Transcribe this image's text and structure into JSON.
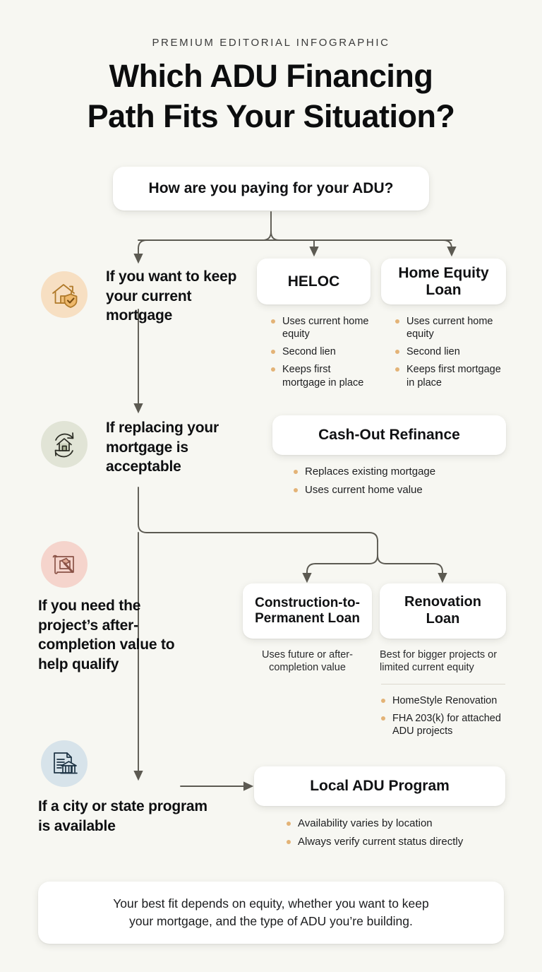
{
  "header": {
    "eyebrow": "PREMIUM EDITORIAL INFOGRAPHIC",
    "title_line1": "Which ADU Financing",
    "title_line2": "Path Fits Your Situation?"
  },
  "root_question": "How are you paying for your ADU?",
  "branches": [
    {
      "id": "keep-mortgage",
      "icon": "house-shield-icon",
      "icon_bg": "#f7dfc2",
      "label": "If you want to keep your current mortgage",
      "options": [
        {
          "title": "HELOC",
          "bullets": [
            "Uses current home equity",
            "Second lien",
            "Keeps first mortgage in place"
          ]
        },
        {
          "title": "Home Equity Loan",
          "bullets": [
            "Uses current home equity",
            "Second lien",
            "Keeps first mortgage in place"
          ]
        }
      ]
    },
    {
      "id": "replace-mortgage",
      "icon": "house-refresh-icon",
      "icon_bg": "#e1e4d6",
      "label": "If replacing your mortgage is acceptable",
      "options": [
        {
          "title": "Cash-Out Refinance",
          "bullets": [
            "Replaces existing mortgage",
            "Uses current home value"
          ]
        }
      ]
    },
    {
      "id": "after-completion-value",
      "icon": "blueprint-hammer-icon",
      "icon_bg": "#f5d4cc",
      "label": "If you need the project’s after-completion value to help qualify",
      "options": [
        {
          "title": "Construction-to-Permanent Loan",
          "note": "Uses future or after-completion value",
          "bullets": []
        },
        {
          "title": "Renovation Loan",
          "note": "Best for bigger projects or limited current equity",
          "bullets": [
            "HomeStyle Renovation",
            "FHA 203(k) for attached ADU projects"
          ]
        }
      ]
    },
    {
      "id": "local-program",
      "icon": "document-bank-icon",
      "icon_bg": "#d7e3ea",
      "label": "If a city or state program is available",
      "options": [
        {
          "title": "Local ADU Program",
          "bullets": [
            "Availability varies by location",
            "Always verify current status directly"
          ]
        }
      ]
    }
  ],
  "footer": {
    "line1": "Your best fit depends on equity, whether you want to keep",
    "line2": "your mortgage, and the type of ADU you’re building."
  },
  "colors": {
    "background": "#f7f7f2",
    "card": "#ffffff",
    "text": "#101113",
    "bullet": "#e3b377",
    "connector": "#5c5a52",
    "divider": "#ddd9cf"
  }
}
